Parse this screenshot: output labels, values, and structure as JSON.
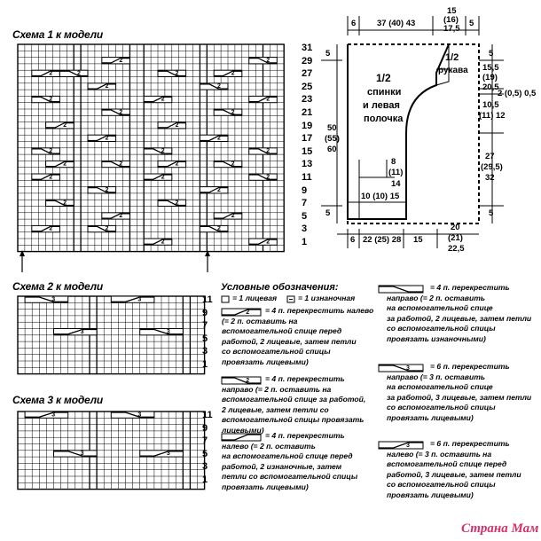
{
  "scheme1": {
    "title": "Схема 1 к модели",
    "row_numbers": [
      "31",
      "29",
      "27",
      "25",
      "23",
      "21",
      "19",
      "17",
      "15",
      "13",
      "11",
      "9",
      "7",
      "5",
      "3",
      "1"
    ]
  },
  "scheme2": {
    "title": "Схема 2 к модели",
    "row_numbers": [
      "11",
      "9",
      "7",
      "5",
      "3",
      "1"
    ]
  },
  "scheme3": {
    "title": "Схема 3 к модели",
    "row_numbers": [
      "11",
      "9",
      "7",
      "5",
      "3",
      "1"
    ]
  },
  "legend": {
    "title": "Условные обозначения:",
    "items": [
      {
        "id": "knit",
        "sym": "",
        "text": [
          "= 1 лицевая"
        ]
      },
      {
        "id": "purl",
        "sym": "–",
        "text": [
          "= 1 изнаночная"
        ]
      },
      {
        "id": "c4left",
        "sym": "2",
        "text": [
          "= 4 п. перекрестить налево",
          "(= 2 п. оставить на",
          "вспомогательной спице перед",
          "работой, 2 лицевые, затем петли",
          "со вспомогательной спицы",
          "провязать лицевыми)"
        ]
      },
      {
        "id": "c4right",
        "sym": "2",
        "text": [
          "= 4 п. перекрестить",
          "направо (= 2 п. оставить на",
          "вспомогательной спице за работой,",
          "2 лицевые, затем петли со",
          "вспомогательной спицы провязать",
          "лицевыми)"
        ]
      },
      {
        "id": "c4leftpurl",
        "sym": "",
        "text": [
          "= 4 п. перекрестить",
          "налево (= 2 п. оставить",
          "на вспомогательной спице перед",
          "работой, 2 изнаночные, затем",
          "петли со вспомогательной спицы",
          "провязать лицевыми)"
        ]
      },
      {
        "id": "c4rightpurl",
        "sym": "",
        "text": [
          "= 4 п. перекрестить",
          "направо (= 2 п. оставить",
          "на вспомогательной спице",
          "за работой, 2 лицевые, затем петли",
          "со вспомогательной спицы",
          "провязать изнаночными)"
        ]
      },
      {
        "id": "c6right",
        "sym": "3",
        "text": [
          "= 6 п. перекрестить",
          "направо (= 3 п. оставить",
          "на вспомогательной спице",
          "за работой, 3 лицевые, затем петли",
          "со вспомогательной спицы",
          "провязать лицевыми)"
        ]
      },
      {
        "id": "c6left",
        "sym": "3",
        "text": [
          "= 6 п. перекрестить",
          "налево (= 3 п. оставить на",
          "вспомогательной спице перед",
          "работой, 3 лицевые, затем петли",
          "со вспомогательной спицы",
          "провязать лицевыми)"
        ]
      }
    ]
  },
  "pattern": {
    "top": [
      "6",
      "37 (40) 43",
      "15",
      "(16)",
      "17,5",
      "5"
    ],
    "right": [
      "5",
      "15,5",
      "(19)",
      "20,5",
      "2 (0,5) 0,5",
      "10,5",
      "(11) 12",
      "27",
      "(29,5)",
      "32",
      "5"
    ],
    "left": [
      "5",
      "50",
      "(55)",
      "60",
      "5"
    ],
    "inner": [
      "1/2",
      "спинки",
      "и левая",
      "полочка",
      "1/2",
      "рукава",
      "8",
      "(11)",
      "14",
      "10 (10) 15"
    ],
    "bottom": [
      "6",
      "22 (25) 28",
      "15",
      "20",
      "(21)",
      "22,5"
    ]
  },
  "watermark": "Страна Мам"
}
